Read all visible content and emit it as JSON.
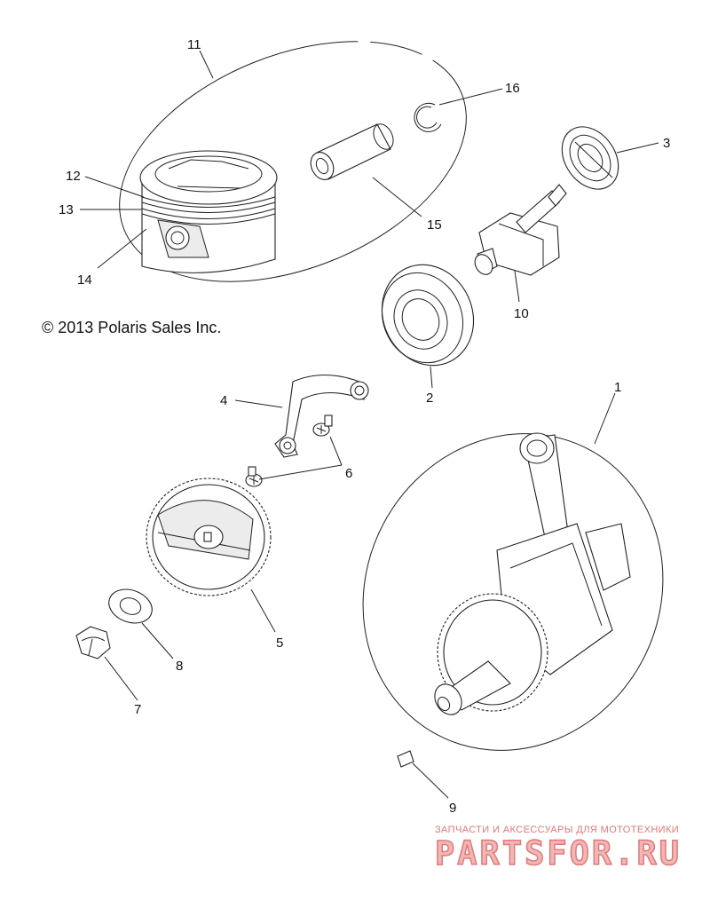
{
  "copyright": "© 2013 Polaris Sales Inc.",
  "watermark": {
    "subtitle": "ЗАПЧАСТИ И АКСЕССУАРЫ ДЛЯ МОТОТЕХНИКИ",
    "logo": "PARTSFOR.RU"
  },
  "callouts": {
    "c1": "1",
    "c2": "2",
    "c3": "3",
    "c4": "4",
    "c5": "5",
    "c6": "6",
    "c7": "7",
    "c8": "8",
    "c9": "9",
    "c10": "10",
    "c11": "11",
    "c12": "12",
    "c13": "13",
    "c14": "14",
    "c15": "15",
    "c16": "16"
  }
}
